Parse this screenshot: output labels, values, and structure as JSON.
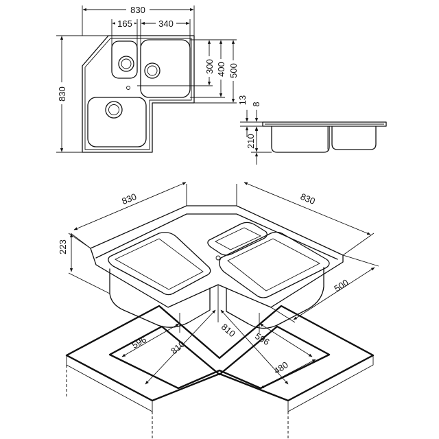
{
  "top_view": {
    "width": "830",
    "small_bowl": "165",
    "right_bowl": "340",
    "depth_300": "300",
    "depth_400": "400",
    "depth_500": "500",
    "height": "830"
  },
  "side_view": {
    "rim_13": "13",
    "rim_8": "8",
    "depth_210": "210"
  },
  "iso_view": {
    "left_830": "830",
    "right_830": "830",
    "height_223": "223",
    "depth_500": "500",
    "cut_596_left": "596",
    "cut_810_left": "810",
    "cut_810_right": "810",
    "cut_596_right": "596",
    "cut_480": "480"
  }
}
